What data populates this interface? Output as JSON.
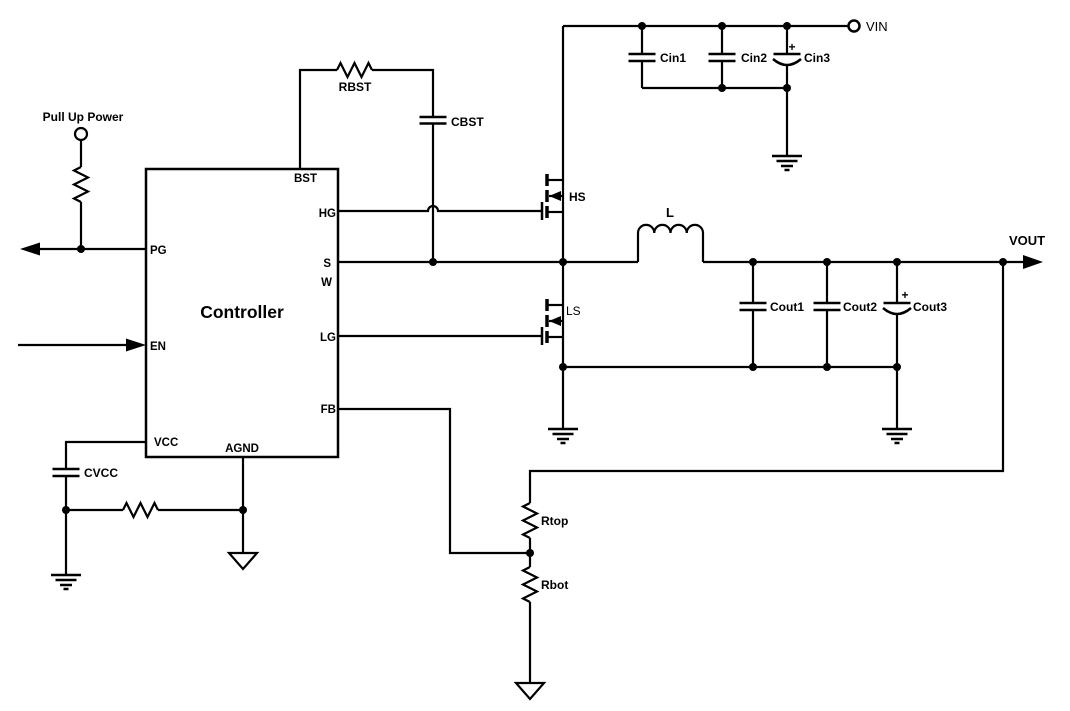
{
  "diagram": {
    "type": "circuit-schematic",
    "topic": "Synchronous buck converter application schematic"
  },
  "colors": {
    "line": "#000000",
    "background": "#ffffff"
  },
  "controller": {
    "label": "Controller",
    "pins": {
      "bst": "BST",
      "hg": "HG",
      "s": "S",
      "w": "W",
      "lg": "LG",
      "fb": "FB",
      "pg": "PG",
      "en": "EN",
      "vcc": "VCC",
      "agnd": "AGND"
    }
  },
  "labels": {
    "pull_up_power": "Pull Up Power",
    "vin": "VIN",
    "vout": "VOUT",
    "rbst": "RBST",
    "cbst": "CBST",
    "hs": "HS",
    "ls": "LS",
    "inductor": "L",
    "cin1": "Cin1",
    "cin2": "Cin2",
    "cin3": "Cin3",
    "cout1": "Cout1",
    "cout2": "Cout2",
    "cout3": "Cout3",
    "cvcc": "CVCC",
    "rtop": "Rtop",
    "rbot": "Rbot",
    "plus": "+"
  },
  "components": [
    {
      "id": "controller",
      "type": "ic",
      "label": "Controller",
      "pins": [
        "BST",
        "HG",
        "S",
        "W",
        "LG",
        "FB",
        "PG",
        "EN",
        "VCC",
        "AGND"
      ]
    },
    {
      "id": "rbst",
      "type": "resistor",
      "label": "RBST"
    },
    {
      "id": "cbst",
      "type": "capacitor",
      "label": "CBST"
    },
    {
      "id": "hs",
      "type": "n-mosfet",
      "label": "HS"
    },
    {
      "id": "ls",
      "type": "n-mosfet",
      "label": "LS"
    },
    {
      "id": "l",
      "type": "inductor",
      "label": "L"
    },
    {
      "id": "cin1",
      "type": "capacitor",
      "label": "Cin1"
    },
    {
      "id": "cin2",
      "type": "capacitor",
      "label": "Cin2"
    },
    {
      "id": "cin3",
      "type": "polarized-capacitor",
      "label": "Cin3"
    },
    {
      "id": "cout1",
      "type": "capacitor",
      "label": "Cout1"
    },
    {
      "id": "cout2",
      "type": "capacitor",
      "label": "Cout2"
    },
    {
      "id": "cout3",
      "type": "polarized-capacitor",
      "label": "Cout3"
    },
    {
      "id": "cvcc",
      "type": "capacitor",
      "label": "CVCC"
    },
    {
      "id": "rtop",
      "type": "resistor",
      "label": "Rtop"
    },
    {
      "id": "rbot",
      "type": "resistor",
      "label": "Rbot"
    },
    {
      "id": "pullup-resistor",
      "type": "resistor",
      "label": ""
    },
    {
      "id": "agnd-resistor",
      "type": "resistor",
      "label": ""
    },
    {
      "id": "vin-terminal",
      "type": "terminal",
      "label": "VIN"
    },
    {
      "id": "vout-terminal",
      "type": "arrow-terminal",
      "label": "VOUT"
    },
    {
      "id": "pullup-terminal",
      "type": "terminal",
      "label": "Pull Up Power"
    }
  ]
}
